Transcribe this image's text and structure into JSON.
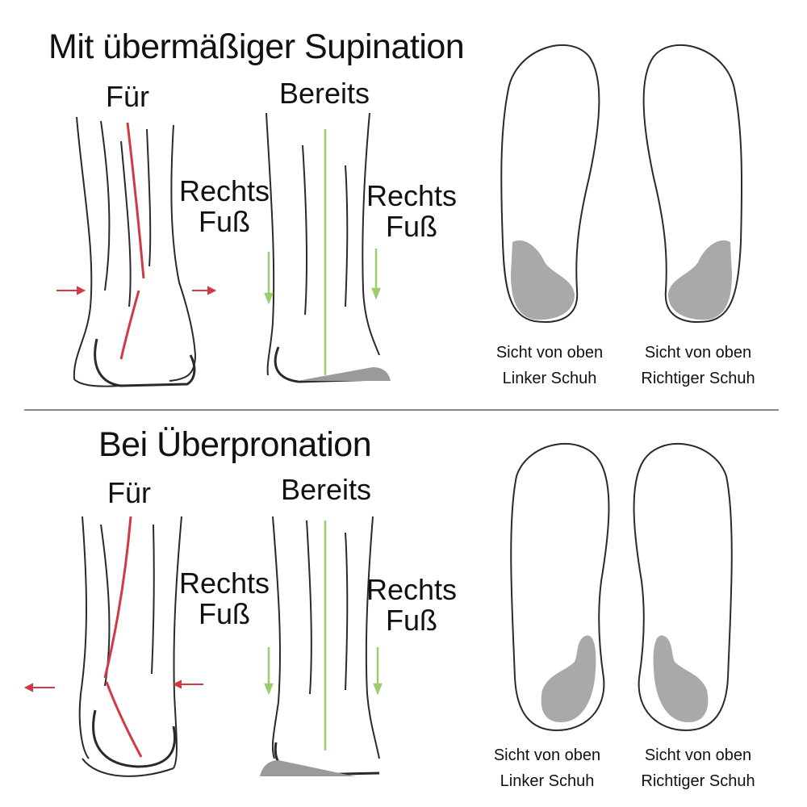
{
  "colors": {
    "outline": "#2a2a2a",
    "red": "#d13a45",
    "green": "#9ccc6e",
    "wedge": "#9a9a9a",
    "insole_pad": "#a9a9a9",
    "divider": "#888888"
  },
  "sections": [
    {
      "title": "Mit übermäßiger Supination",
      "before_label": "Für",
      "after_label": "Bereits",
      "before_side_label": [
        "Rechts",
        "Fuß"
      ],
      "after_side_label": [
        "Rechts",
        "Fuß"
      ],
      "captions": [
        [
          "Sicht von oben",
          "Linker Schuh"
        ],
        [
          "Sicht von oben",
          "Richtiger Schuh"
        ]
      ]
    },
    {
      "title": "Bei Überpronation",
      "before_label": "Für",
      "after_label": "Bereits",
      "before_side_label": [
        "Rechts",
        "Fuß"
      ],
      "after_side_label": [
        "Rechts",
        "Fuß"
      ],
      "captions": [
        [
          "Sicht von oben",
          "Linker Schuh"
        ],
        [
          "Sicht von oben",
          "Richtiger Schuh"
        ]
      ]
    }
  ]
}
